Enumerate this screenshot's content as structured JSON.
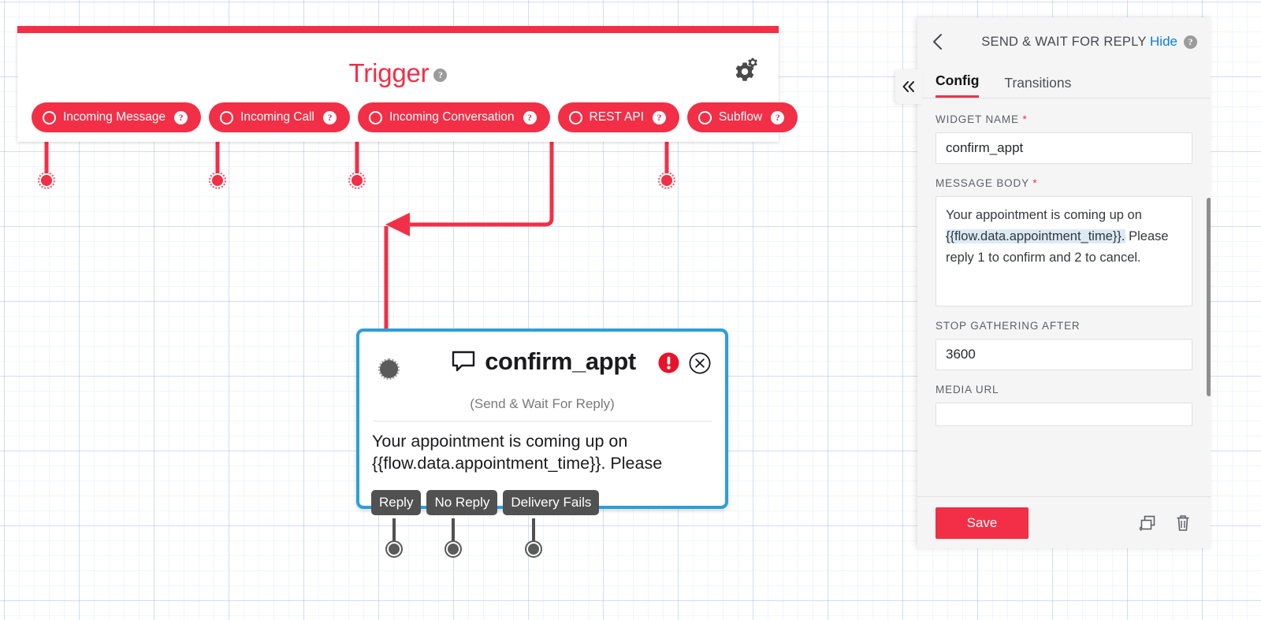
{
  "canvas": {
    "trigger": {
      "title": "Trigger",
      "help_glyph": "?",
      "gear_icon": "gear-icon",
      "pills": [
        {
          "label": "Incoming Message",
          "help": "?"
        },
        {
          "label": "Incoming Call",
          "help": "?"
        },
        {
          "label": "Incoming Conversation",
          "help": "?"
        },
        {
          "label": "REST API",
          "help": "?"
        },
        {
          "label": "Subflow",
          "help": "?"
        }
      ]
    },
    "widget": {
      "name": "confirm_appt",
      "subtitle": "(Send & Wait For Reply)",
      "body": "Your appointment is coming up on {{flow.data.appointment_time}}. Please",
      "icon": "chat-bubble-icon",
      "error_icon": "error-exclamation-icon",
      "close_icon": "close-circle-icon",
      "transitions": [
        {
          "label": "Reply"
        },
        {
          "label": "No Reply"
        },
        {
          "label": "Delivery Fails"
        }
      ]
    }
  },
  "panel": {
    "title": "SEND & WAIT FOR REPLY",
    "back_icon": "chevron-left-icon",
    "hide_label": "Hide",
    "help_glyph": "?",
    "collapse_icon": "chevron-double-left-icon",
    "tabs": [
      {
        "label": "Config",
        "active": true
      },
      {
        "label": "Transitions",
        "active": false
      }
    ],
    "fields": {
      "widget_name": {
        "label": "WIDGET NAME",
        "required": "*",
        "value": "confirm_appt"
      },
      "message_body": {
        "label": "MESSAGE BODY",
        "required": "*",
        "line1": "Your appointment is coming up on",
        "token": "{{flow.data.appointment_time}}.",
        "line2": "Please reply 1 to confirm and 2 to",
        "line3": "cancel."
      },
      "stop_gathering_after": {
        "label": "STOP GATHERING AFTER",
        "value": "3600"
      },
      "media_url": {
        "label": "MEDIA URL",
        "value": ""
      }
    },
    "footer": {
      "save_label": "Save",
      "duplicate_icon": "duplicate-icon",
      "delete_icon": "trash-icon"
    }
  },
  "colors": {
    "brand_red": "#f22f46",
    "widget_border_blue": "#2b9fd8",
    "link_blue": "#087ee6",
    "chip_grey": "#515151"
  }
}
